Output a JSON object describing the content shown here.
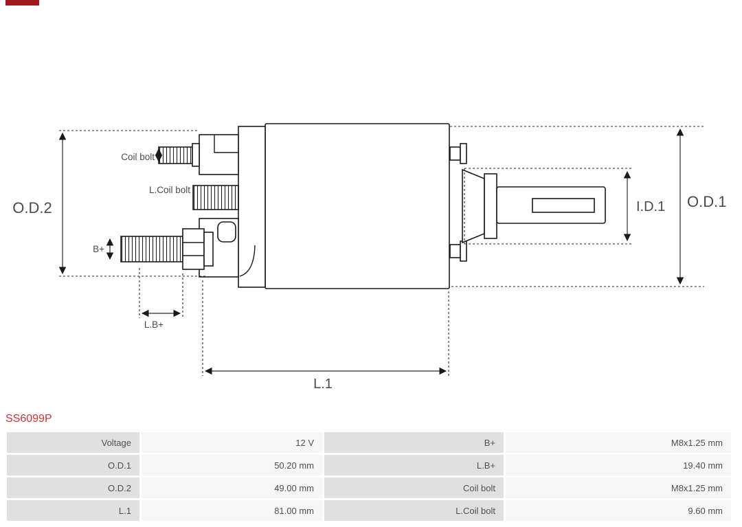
{
  "part_number": "SS6099P",
  "diagram": {
    "labels": {
      "od2": "O.D.2",
      "od1": "O.D.1",
      "id1": "I.D.1",
      "l1": "L.1",
      "coil_bolt": "Coil bolt",
      "l_coil_bolt": "L.Coil bolt",
      "b_plus": "B+",
      "l_b_plus": "L.B+"
    }
  },
  "table": {
    "rows": [
      {
        "c1": "Voltage",
        "c2": "12 V",
        "c3": "B+",
        "c4": "M8x1.25 mm"
      },
      {
        "c1": "O.D.1",
        "c2": "50.20 mm",
        "c3": "L.B+",
        "c4": "19.40 mm"
      },
      {
        "c1": "O.D.2",
        "c2": "49.00 mm",
        "c3": "Coil bolt",
        "c4": "M8x1.25 mm"
      },
      {
        "c1": "L.1",
        "c2": "81.00 mm",
        "c3": "L.Coil bolt",
        "c4": "9.60 mm"
      }
    ]
  },
  "colors": {
    "accent": "#c9353b",
    "line": "#1a1a1a",
    "dim_text": "#4a4a4a",
    "cell_label_bg": "#e0e0e0",
    "cell_value_bg": "#f6f6f6",
    "cell_text": "#4f4f4f",
    "logo_red": "#9e1b1e"
  }
}
